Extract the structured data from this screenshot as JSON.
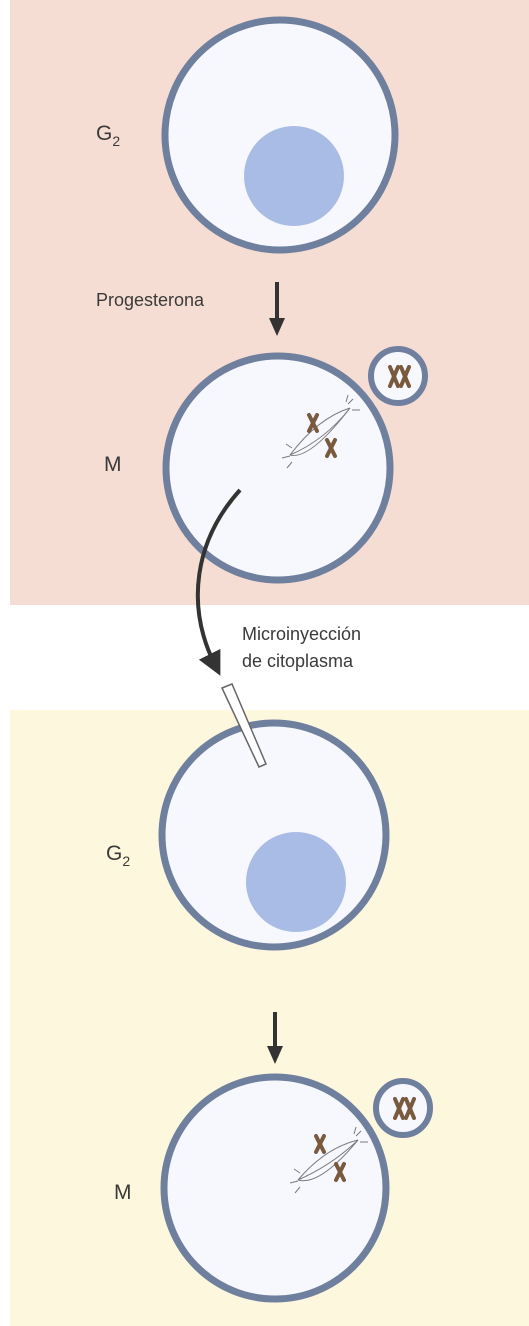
{
  "top_panel": {
    "background": "#f6ddd3",
    "stage_g2_label": "G",
    "stage_g2_sub": "2",
    "treatment_label": "Progesterona",
    "stage_m_label": "M"
  },
  "transfer": {
    "label_line1": "Microinyección",
    "label_line2": "de citoplasma"
  },
  "bottom_panel": {
    "background": "#fdf7dd",
    "stage_g2_label": "G",
    "stage_g2_sub": "2",
    "stage_m_label": "M"
  },
  "colors": {
    "membrane": "#6f7f9e",
    "cytoplasm": "#f7f8fe",
    "nucleus": "#a8bce6",
    "chromosome": "#7a5a3e",
    "arrow": "#333333"
  }
}
